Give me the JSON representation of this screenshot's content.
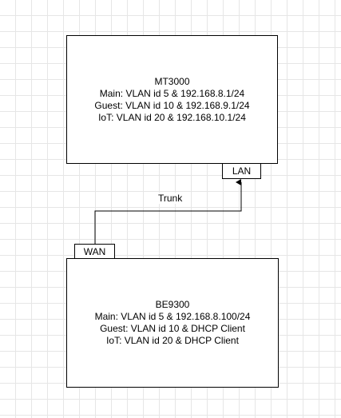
{
  "nodes": {
    "mt3000": {
      "name": "MT3000",
      "lines": [
        "Main: VLAN id 5 & 192.168.8.1/24",
        "Guest: VLAN id 10 & 192.168.9.1/24",
        "IoT: VLAN id 20 & 192.168.10.1/24"
      ],
      "port": "LAN"
    },
    "be9300": {
      "name": "BE9300",
      "lines": [
        "Main: VLAN id 5 & 192.168.8.100/24",
        "Guest: VLAN id 10 & DHCP Client",
        "IoT: VLAN id 20 & DHCP Client"
      ],
      "port": "WAN"
    }
  },
  "edges": [
    {
      "from": "be9300.WAN",
      "to": "mt3000.LAN",
      "label": "Trunk"
    }
  ]
}
